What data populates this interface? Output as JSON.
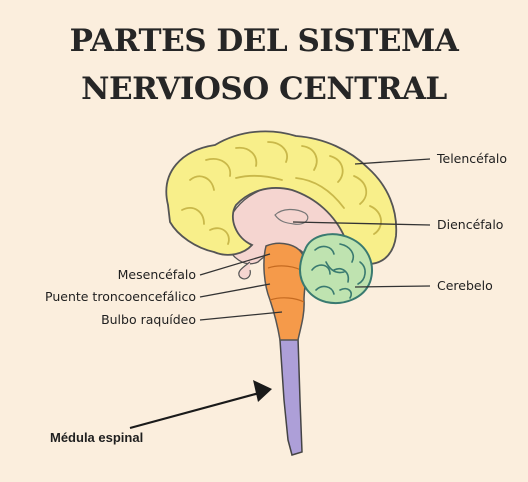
{
  "title": {
    "line1": "PARTES DEL SISTEMA",
    "line2": "NERVIOSO CENTRAL"
  },
  "labels": {
    "telencefalo": "Telencéfalo",
    "diencefalo": "Diencéfalo",
    "cerebelo": "Cerebelo",
    "mesencefalo": "Mesencéfalo",
    "puente": "Puente troncoencefálico",
    "bulbo": "Bulbo raquídeo",
    "medula": "Médula espinal"
  },
  "colors": {
    "background": "#fbeedd",
    "telencefalo": "#f8ef8a",
    "diencefalo": "#f5d5d0",
    "tronco": "#f59a4a",
    "cerebelo": "#bfe3b0",
    "medula": "#ad9fd8"
  }
}
